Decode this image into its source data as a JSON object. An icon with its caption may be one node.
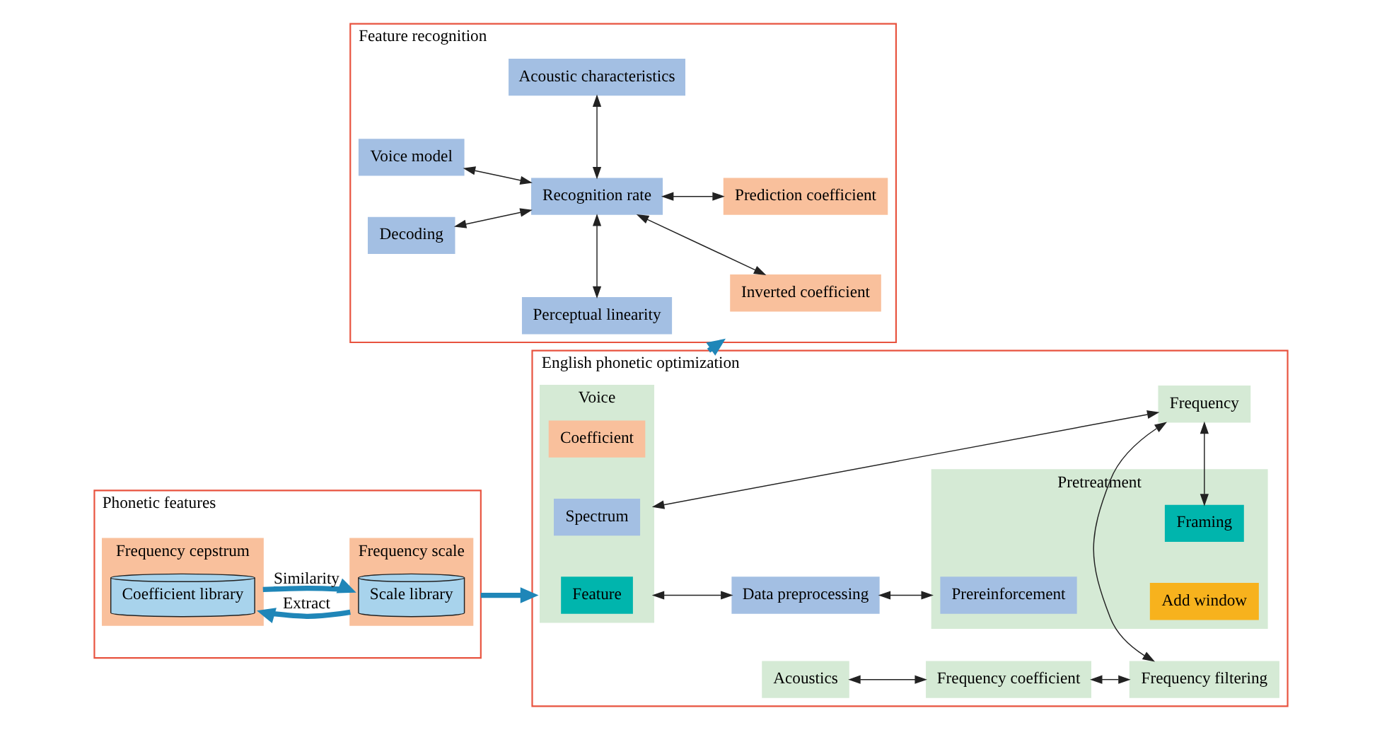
{
  "diagram": {
    "nodes": [
      {
        "text": [
          "Feature recognition"
        ]
      },
      {
        "text": [
          "Voice model"
        ],
        "in": 0
      },
      {
        "text": [
          "Decoding"
        ],
        "in": 0
      },
      {
        "text": [
          "Acoustic characteristics"
        ],
        "in": 0
      },
      {
        "text": [
          "Recognition rate"
        ],
        "in": 0
      },
      {
        "text": [
          "Perceptual linearity"
        ],
        "in": 0
      },
      {
        "text": [
          "Prediction coefficient"
        ],
        "in": 0
      },
      {
        "text": [
          "Inverted coefficient"
        ],
        "in": 0
      },
      {
        "text": [
          "Phonetic features"
        ]
      },
      {
        "text": [
          "Frequency cepstrum"
        ],
        "in": 8
      },
      {
        "text": [
          "Coefficient library"
        ],
        "in": 9
      },
      {
        "text": [
          "Frequency scale"
        ],
        "in": 8
      },
      {
        "text": [
          "Scale library"
        ],
        "in": 11
      },
      {
        "text": [
          "English phonetic optimization"
        ]
      },
      {
        "text": [
          "Voice"
        ],
        "in": 13
      },
      {
        "text": [
          "Feature"
        ],
        "in": 14
      },
      {
        "text": [
          "Coefficient"
        ],
        "in": 14
      },
      {
        "text": [
          "Spectrum"
        ],
        "in": 14
      },
      {
        "text": [
          "Data preprocessing"
        ],
        "in": 13
      },
      {
        "text": [
          "Pretreatment"
        ],
        "in": 13
      },
      {
        "text": [
          "Prereinforcement"
        ],
        "in": 19
      },
      {
        "text": [
          "Framing"
        ],
        "in": 19
      },
      {
        "text": [
          "Add window"
        ],
        "in": 19
      },
      {
        "text": [
          "Frequency"
        ],
        "in": 13
      },
      {
        "text": [
          "Acoustics"
        ],
        "in": 13
      },
      {
        "text": [
          "Frequency coefficient"
        ],
        "in": 13
      },
      {
        "text": [
          "Frequency filtering"
        ],
        "in": 13
      }
    ],
    "edges": [
      {
        "from": 4,
        "to": 1,
        "arrow": "both"
      },
      {
        "from": 4,
        "to": 2,
        "arrow": "both"
      },
      {
        "from": 3,
        "to": 4,
        "arrow": "both"
      },
      {
        "from": 4,
        "to": 5,
        "arrow": "both"
      },
      {
        "from": 4,
        "to": 6,
        "arrow": "both"
      },
      {
        "from": 4,
        "to": 7,
        "arrow": "both"
      },
      {
        "from": 11,
        "to": 9,
        "arrow": "to",
        "label": "Extract",
        "style": "thick",
        "color": "#1f86b8"
      },
      {
        "from": 9,
        "to": 11,
        "arrow": "to",
        "label": "Similarity",
        "style": "thick",
        "color": "#1f86b8"
      },
      {
        "from": 8,
        "to": 13,
        "arrow": "to",
        "style": "thick",
        "color": "#1f86b8"
      },
      {
        "from": 13,
        "to": 0,
        "arrow": "to",
        "style": "thick",
        "color": "#1f86b8"
      },
      {
        "from": 14,
        "to": 18,
        "arrow": "both"
      },
      {
        "from": 14,
        "to": 23,
        "arrow": "both"
      },
      {
        "from": 18,
        "to": 19,
        "arrow": "both"
      },
      {
        "from": 21,
        "to": 23,
        "arrow": "both"
      },
      {
        "from": 23,
        "to": 26,
        "arrow": "both"
      },
      {
        "from": 24,
        "to": 25,
        "arrow": "both"
      },
      {
        "from": 25,
        "to": 26,
        "arrow": "both"
      }
    ]
  }
}
